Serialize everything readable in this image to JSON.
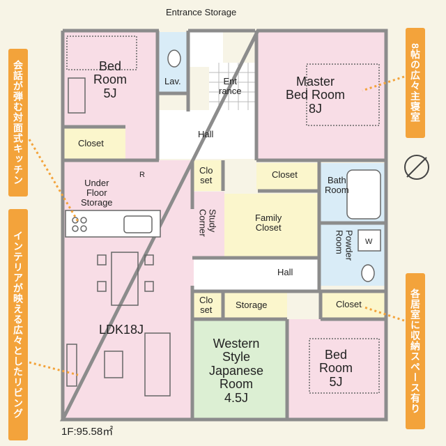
{
  "plan": {
    "entrance_storage": "Entrance Storage",
    "area": "1F:95.58㎡",
    "rooms": {
      "bed5_top": [
        "Bed",
        "Room",
        "5J"
      ],
      "master": [
        "Master",
        "Bed Room",
        "8J"
      ],
      "lav": "Lav.",
      "entrance": [
        "Ent",
        "rance"
      ],
      "hall_top": "Hall",
      "closet_tl": "Closet",
      "closet_r1": "Closet",
      "closet_small1": [
        "Clo",
        "set"
      ],
      "underfloor": [
        "Under",
        "Floor",
        "Storage"
      ],
      "r_mark": "R",
      "study": [
        "Study",
        "Corner"
      ],
      "family_closet": [
        "Family",
        "Closet"
      ],
      "bath": [
        "Bath",
        "Room"
      ],
      "powder": [
        "Powder",
        "Room"
      ],
      "w_mark": "W",
      "hall_mid": "Hall",
      "ldk": "LDK18J",
      "closet_small2": [
        "Clo",
        "set"
      ],
      "storage": "Storage",
      "closet_br": "Closet",
      "western": [
        "Western",
        "Style",
        "Japanese",
        "Room",
        "4.5J"
      ],
      "bed5_bottom": [
        "Bed",
        "Room",
        "5J"
      ]
    },
    "annotations": {
      "left_top": "会話が弾む対面式キッチン",
      "left_bottom": "インテリアが映える広々としたリビング",
      "right_top": "8帖の広々主寝室",
      "right_bottom": "各居室に収納スペース有り"
    },
    "colors": {
      "pink": "#f8dde6",
      "blue": "#d9ecf7",
      "yellow": "#fbf6cc",
      "green": "#dcefd3",
      "white": "#ffffff",
      "wall": "#8c8c8c",
      "accent": "#f3a33b"
    }
  }
}
